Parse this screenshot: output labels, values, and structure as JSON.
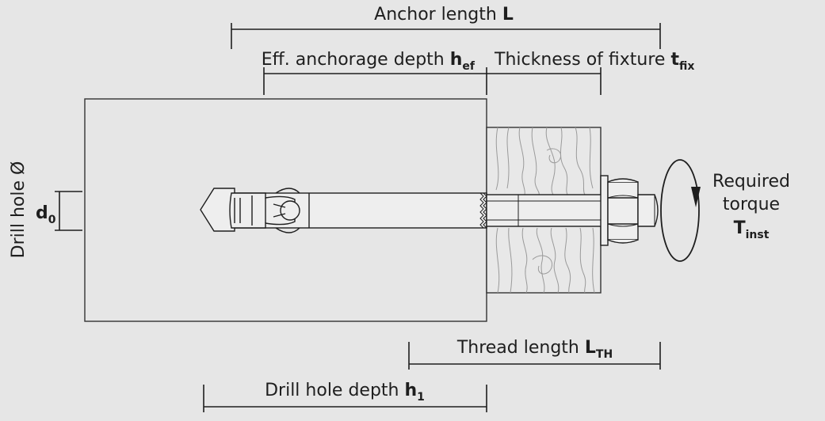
{
  "labels": {
    "anchor_length": {
      "text": "Anchor length ",
      "symbol": "L"
    },
    "eff_depth": {
      "text": "Eff. anchorage depth ",
      "symbol": "h",
      "sub": "ef"
    },
    "fixture": {
      "text": "Thickness of fixture ",
      "symbol": "t",
      "sub": "fix"
    },
    "drill_hole_dia": {
      "text": "Drill hole Ø"
    },
    "d0": {
      "symbol": "d",
      "sub": "0"
    },
    "torque": {
      "line1": "Required",
      "line2": "torque",
      "symbol": "T",
      "sub": "inst"
    },
    "thread_length": {
      "text": "Thread length ",
      "symbol": "L",
      "sub": "TH"
    },
    "drill_depth": {
      "text": "Drill hole depth ",
      "symbol": "h",
      "sub": "1"
    }
  },
  "colors": {
    "background": "#e6e6e6",
    "line": "#1e1e1e",
    "concrete": "#e6e6e6",
    "wood": "#e8e8e8",
    "metal": "#eeeeee"
  },
  "icons": {
    "rotation": "curved-arrow-icon"
  }
}
